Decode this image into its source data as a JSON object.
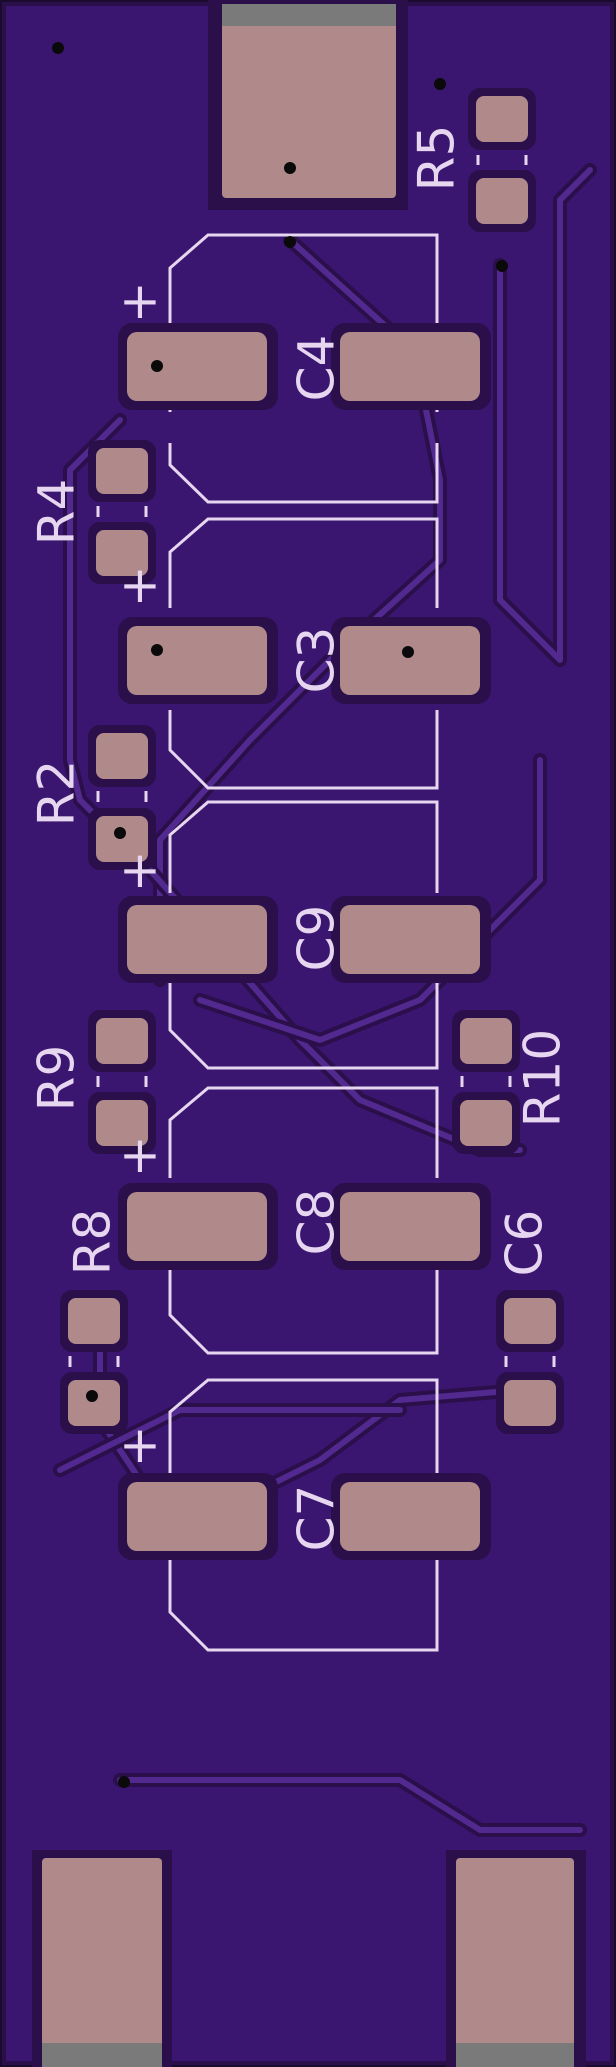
{
  "board": {
    "background": "#1a0a2e",
    "copper": "#3b1670",
    "copper_edge": "#2a0f4a",
    "silkscreen": "#e6d6f0",
    "pad": "#b08a8a",
    "edge_contact": "#7a7a7a"
  },
  "components": {
    "C4": "C4",
    "C3": "C3",
    "C9": "C9",
    "C8": "C8",
    "C7": "C7",
    "C6": "C6",
    "R5": "R5",
    "R4": "R4",
    "R2": "R2",
    "R9": "R9",
    "R8": "R8",
    "R10": "R10"
  },
  "polarity": {
    "plus": "+"
  }
}
